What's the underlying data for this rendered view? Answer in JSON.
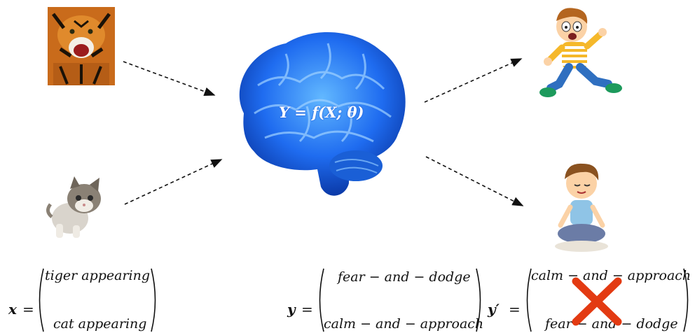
{
  "brain": {
    "equation": "Y = f(X; θ)"
  },
  "x_vector": {
    "label": "x",
    "equals": "=",
    "items": [
      "tiger appearing",
      "cat appearing"
    ]
  },
  "y_vector": {
    "label": "y",
    "equals": "=",
    "items": [
      "fear − and − dodge",
      "calm − and − approach"
    ]
  },
  "y_prime_vector": {
    "label": "y′",
    "equals": "=",
    "items": [
      "calm − and − approach",
      "fear − and − dodge"
    ],
    "crossed_out": true
  },
  "colors": {
    "brain": "#1f6cf0",
    "cross": "#e33a12",
    "arrow": "#111111"
  }
}
